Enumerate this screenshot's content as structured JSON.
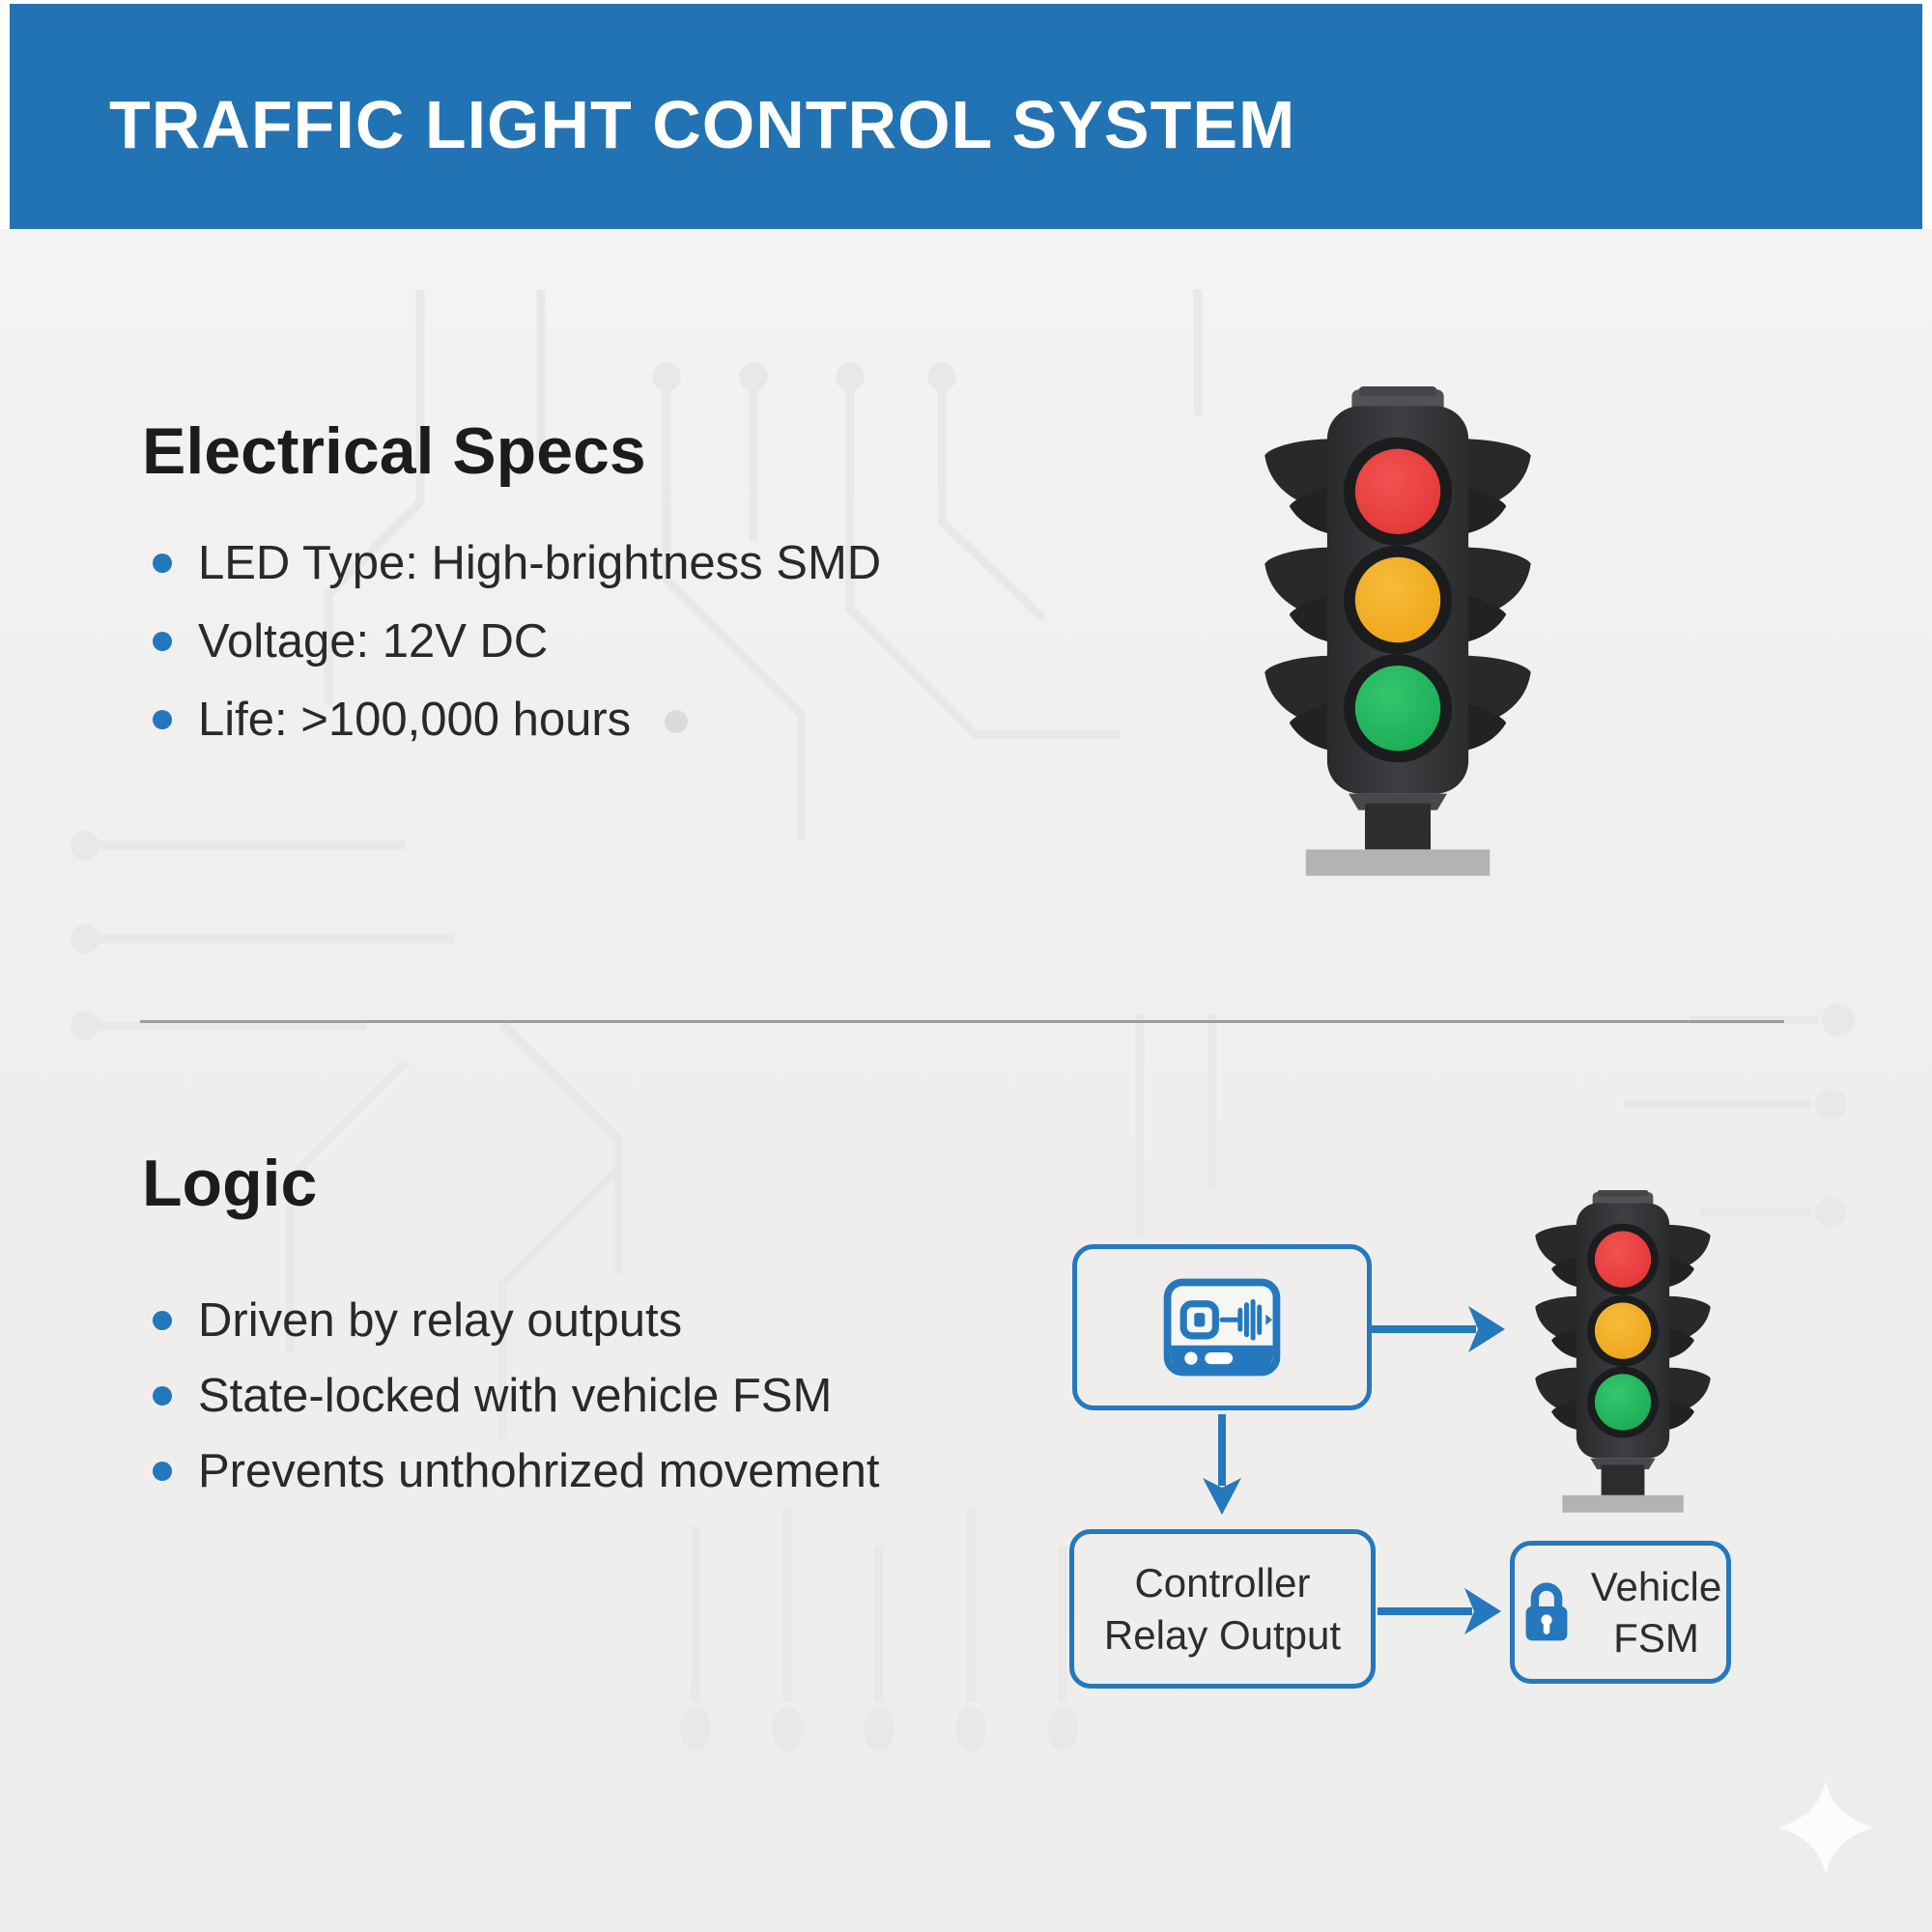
{
  "header": {
    "title": "TRAFFIC LIGHT CONTROL SYSTEM",
    "background_color": "#2273b4",
    "text_color": "#ffffff"
  },
  "sections": {
    "electrical": {
      "heading": "Electrical Specs",
      "bullets": [
        "LED Type: High-brightness SMD",
        "Voltage: 12V DC",
        "Life: >100,000 hours"
      ]
    },
    "logic": {
      "heading": "Logic",
      "bullets": [
        "Driven by relay outputs",
        "State-locked with vehicle FSM",
        "Prevents unthohrized movement"
      ]
    }
  },
  "diagram": {
    "accent_color": "#2578bd",
    "controller_box": {
      "icon": "controller-device-icon"
    },
    "relay_box": {
      "line1": "Controller",
      "line2": "Relay Output"
    },
    "fsm_box": {
      "icon": "lock-icon",
      "line1": "Vehicle",
      "line2": "FSM"
    }
  },
  "illustration": {
    "traffic_light_colors": {
      "red": "#e83c3c",
      "yellow": "#f0a724",
      "green": "#1fb45e"
    },
    "bullet_dot_color": "#2377bd",
    "sparkle_icon_color": "#fcfcfb"
  },
  "divider_color": "#9d9d9d"
}
